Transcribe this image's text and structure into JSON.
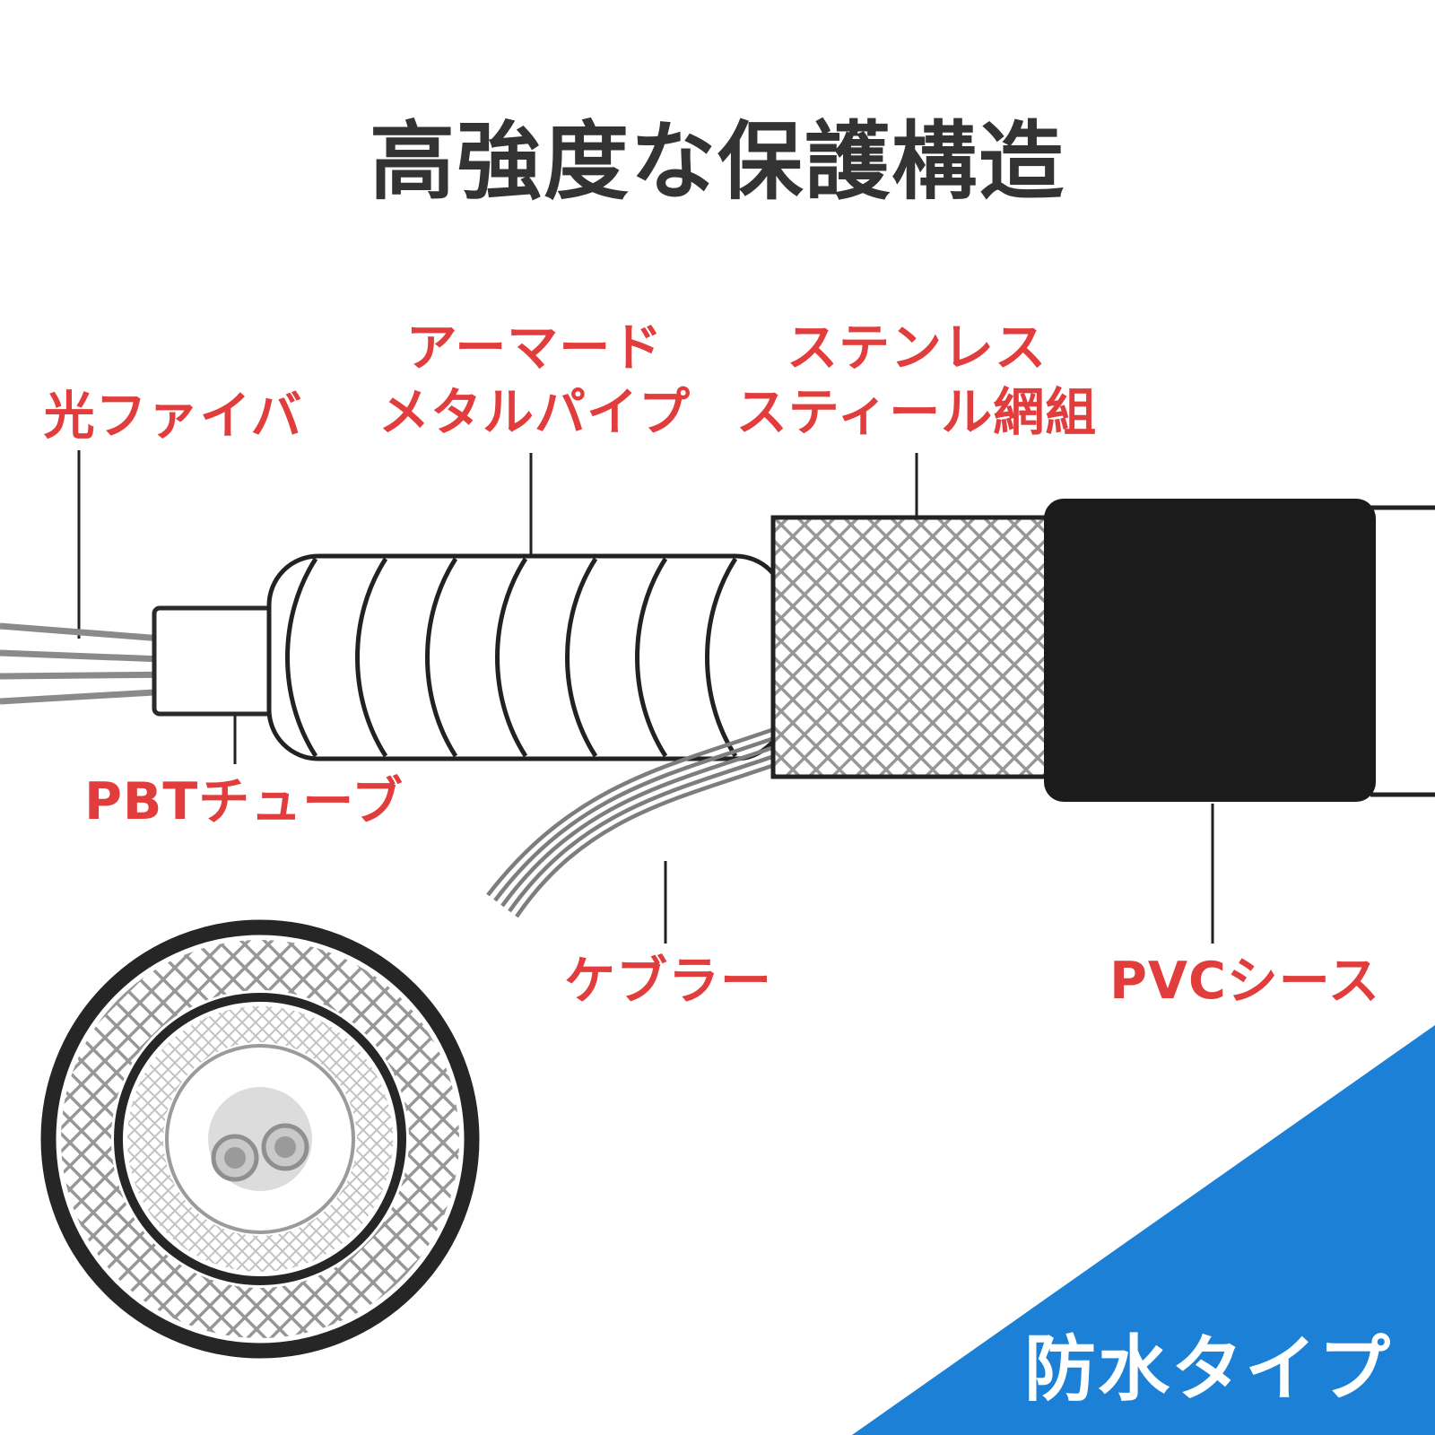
{
  "title": {
    "text": "高強度な保護構造"
  },
  "labels": {
    "fiber": {
      "text": "光ファイバ"
    },
    "armored": {
      "line1": "アーマード",
      "line2": "メタルパイプ"
    },
    "stainless": {
      "line1": "ステンレス",
      "line2": "スティール網組"
    },
    "pbt": {
      "text": "PBTチューブ"
    },
    "kevlar": {
      "text": "ケブラー"
    },
    "pvc": {
      "text": "PVCシース"
    }
  },
  "banner": {
    "text": "防水タイプ"
  },
  "colors": {
    "label_red": "#e23d3d",
    "banner_blue": "#1b80d6",
    "sheath_black": "#1b1b1b",
    "title_color": "#333333"
  }
}
